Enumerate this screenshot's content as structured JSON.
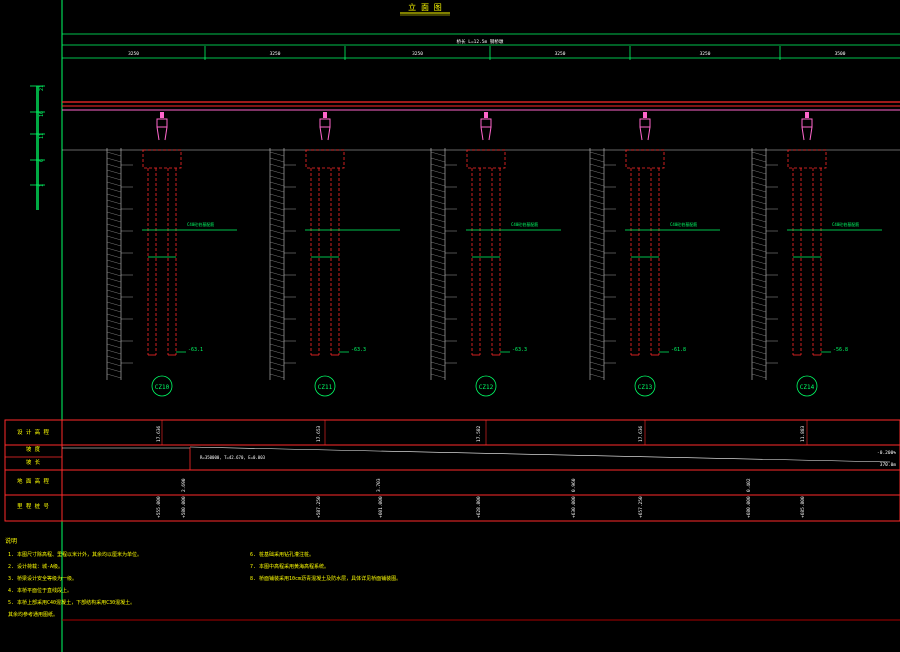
{
  "drawing": {
    "title": "立 面 图",
    "bridge_length_note": "桥长 L=12.5m 钢桥墩",
    "spans": [
      "3250",
      "3250",
      "3250",
      "3250",
      "3250",
      "3500"
    ],
    "elevation_scale": [
      "21",
      "16",
      "11",
      "6",
      "1"
    ]
  },
  "piers": [
    {
      "id": "CZ10",
      "pile_tip": "-63.1",
      "pile_note": "C40砼桩基配筋"
    },
    {
      "id": "CZ11",
      "pile_tip": "-63.3",
      "pile_note": ""
    },
    {
      "id": "CZ12",
      "pile_tip": "-63.3",
      "pile_note": "C40砼桩基配筋"
    },
    {
      "id": "CZ13",
      "pile_tip": "-61.8",
      "pile_note": "C40砼桩基配筋"
    },
    {
      "id": "CZ14",
      "pile_tip": "-56.8",
      "pile_note": "C40砼桩基配筋"
    }
  ],
  "table": {
    "rows": [
      {
        "label": "设 计 高 程"
      },
      {
        "label": "坡 度"
      },
      {
        "label": "坡 长"
      },
      {
        "label": "地 面 高 程"
      },
      {
        "label": "里 程 桩 号"
      }
    ],
    "design_elev": [
      "17.636",
      "17.653",
      "17.582",
      "17.636",
      "11.883"
    ],
    "grade_text": "R=350000, T=42.670, E=0.003",
    "grade_right": "-0.200%",
    "length_right": "370.0m",
    "ground_elev": [
      "2.690",
      "3.703",
      "0.960",
      "0.402"
    ],
    "stations": [
      "+555.000",
      "+580.000",
      "+587.250",
      "+601.000",
      "+628.800",
      "+630.000",
      "+657.250",
      "+680.000",
      "+685.800"
    ]
  },
  "notes": {
    "heading": "说明",
    "left": [
      "1. 本图尺寸除高程、里程以米计外，其余均以厘米为单位。",
      "2. 设计荷载：城-A级。",
      "3. 桥梁设计安全等级为一级。",
      "4. 本桥平面位于直线段上。",
      "5. 本桥上部采用C40混凝土，下部结构采用C30混凝土。",
      "   其余均参考通用图纸。"
    ],
    "right": [
      "6. 桩基础采用钻孔灌注桩。",
      "7. 本图中高程采用黄海高程系统。",
      "8. 桥面铺装采用10cm沥青混凝土及防水层，具体详见桥面铺装图。"
    ]
  }
}
